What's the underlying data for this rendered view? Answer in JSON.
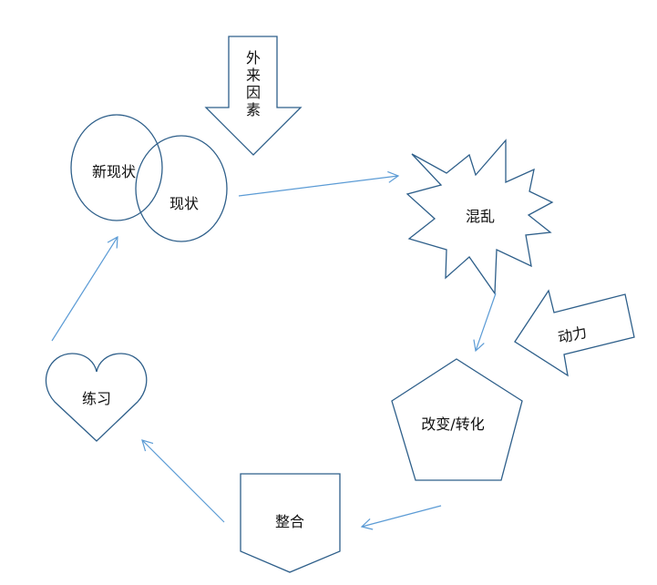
{
  "nodes": {
    "external_factors": {
      "chars": [
        "外",
        "来",
        "因",
        "素"
      ]
    },
    "new_status": {
      "label": "新现状"
    },
    "status": {
      "label": "现状"
    },
    "chaos": {
      "label": "混乱"
    },
    "driving_force": {
      "label": "动力"
    },
    "change": {
      "label": "改变/转化"
    },
    "integration": {
      "label": "整合"
    },
    "practice": {
      "label": "练习"
    }
  },
  "colors": {
    "stroke": "#2e5f8a",
    "arrow": "#5b9bd5",
    "text": "#111111"
  }
}
